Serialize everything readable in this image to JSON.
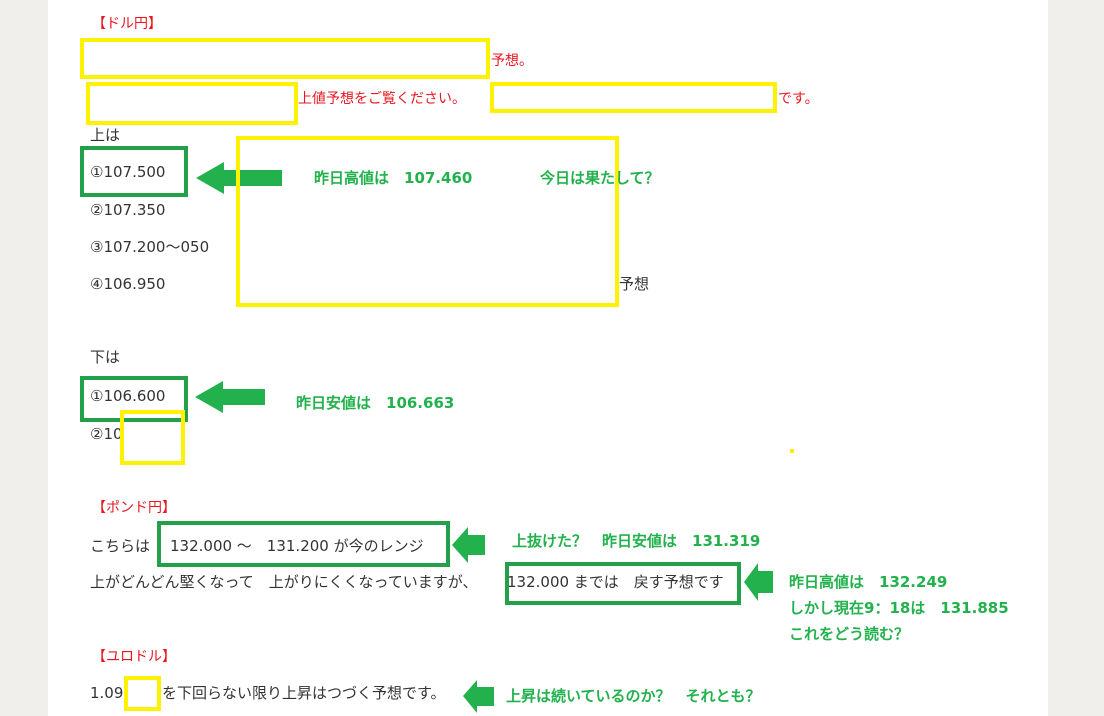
{
  "usdjpy": {
    "heading": "【ドル円】",
    "forecast_suffix": "予想。",
    "high_prompt": "上値予想をご覧ください。",
    "desu": "です。",
    "upper_label": "上は",
    "upper": [
      "①107.500",
      "②107.350",
      "③107.200〜050",
      "④106.950"
    ],
    "upper_suffix": "予想",
    "upper_note1": "昨日高値は　107.460",
    "upper_note2": "今日は果たして？",
    "lower_label": "下は",
    "lower": [
      "①106.600",
      "②10"
    ],
    "lower_note": "昨日安値は　106.663"
  },
  "gbpjpy": {
    "heading": "【ポンド円】",
    "line1_prefix": "こちらは",
    "range": "132.000 ～　131.200 が今のレンジ",
    "note1": "上抜けた？　昨日安値は　131.319",
    "line2_prefix": "上がどんどん堅くなって　上がりにくくなっていますが、",
    "line2_box": "132.000 までは　戻す予想です",
    "notes": [
      "昨日高値は　132.249",
      "しかし現在9：18は　131.885",
      "これをどう読む？"
    ]
  },
  "eurusd": {
    "heading": "【ユロドル】",
    "prefix": "1.09",
    "suffix": "を下回らない限り上昇はつづく予想です。",
    "note": "上昇は続いているのか？　それとも？"
  },
  "colors": {
    "annotation_green": "#22b14c",
    "highlight_yellow": "#fff200",
    "heading_red": "#e8171f"
  }
}
